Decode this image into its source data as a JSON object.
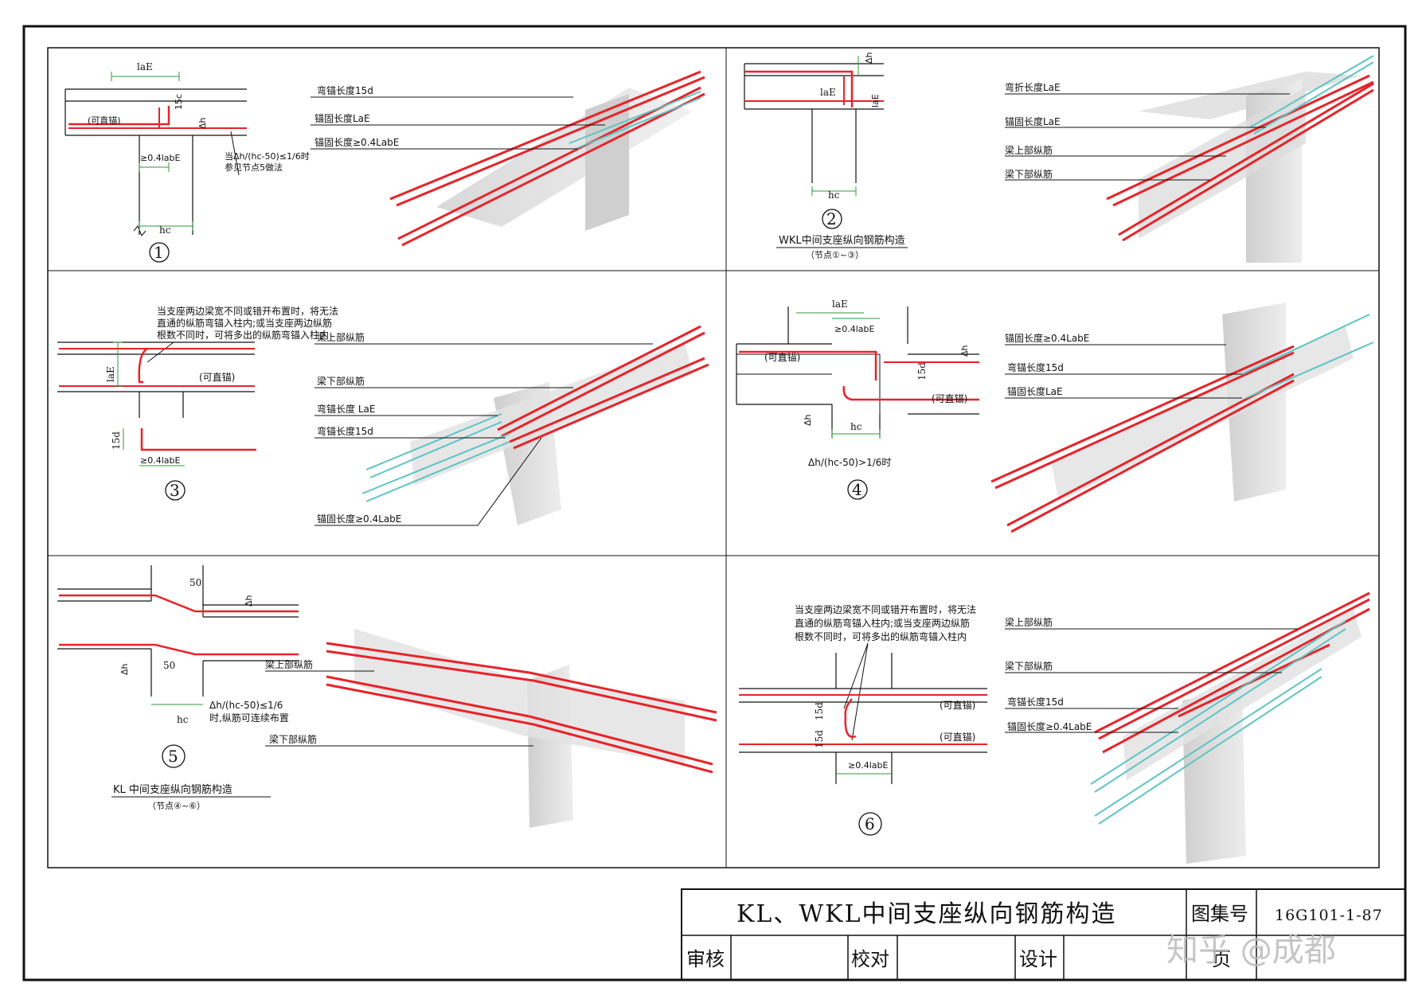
{
  "colors": {
    "rebar": "#e8232a",
    "rebar_cyan": "#5ec4c4",
    "dim": "#2e9a3e",
    "concrete": "#d9d9d9",
    "line": "#111111"
  },
  "panel1": {
    "label_laE": "laE",
    "label_15c": "15c",
    "label_dh": "Δh",
    "label_straight": "(可直锚)",
    "label_04": "≥0.4labE",
    "label_hc": "hc",
    "note_line1": "当Δh/(hc-50)≤1/6时",
    "note_line2": "参见节点5做法",
    "callout1": "弯锚长度15d",
    "callout2": "锚固长度LaE",
    "callout3": "锚固长度≥0.4LabE",
    "number": "1"
  },
  "panel2": {
    "label_laE": "laE",
    "label_15": "laE",
    "label_dh": "Δh",
    "label_hc": "hc",
    "callout1": "弯折长度LaE",
    "callout2": "锚固长度LaE",
    "callout3": "梁上部纵筋",
    "callout4": "梁下部纵筋",
    "number": "2",
    "caption": "WKL中间支座纵向钢筋构造",
    "caption_sub": "（节点①~③）"
  },
  "panel3": {
    "note_line1": "当支座两边梁宽不同或错开布置时，将无法",
    "note_line2": "直通的纵筋弯锚入柱内;或当支座两边纵筋",
    "note_line3": "根数不同时，可将多出的纵筋弯锚入柱内",
    "label_laE": "laE",
    "label_straight": "(可直锚)",
    "label_15d": "15d",
    "label_04": "≥0.4labE",
    "callout1": "梁上部纵筋",
    "callout2": "梁下部纵筋",
    "callout3": "弯锚长度 LaE",
    "callout4": "弯锚长度15d",
    "callout5": "锚固长度≥0.4LabE",
    "number": "3"
  },
  "panel4": {
    "label_laE": "laE",
    "label_04": "≥0.4labE",
    "label_straight1": "(可直锚)",
    "label_15d": "15d",
    "label_dh": "Δh",
    "label_straight2": "(可直锚)",
    "label_hc": "hc",
    "condition": "Δh/(hc-50)>1/6时",
    "callout1": "锚固长度≥0.4LabE",
    "callout2": "弯锚长度15d",
    "callout3": "锚固长度LaE",
    "number": "4"
  },
  "panel5": {
    "label_50a": "50",
    "label_dh_a": "Δh",
    "label_dh_b": "Δh",
    "label_50b": "50",
    "label_hc": "hc",
    "note_line1": "Δh/(hc-50)≤1/6",
    "note_line2": "时,纵筋可连续布置",
    "callout1": "梁上部纵筋",
    "callout2": "梁下部纵筋",
    "number": "5",
    "caption": "KL 中间支座纵向钢筋构造",
    "caption_sub": "（节点④~⑥）"
  },
  "panel6": {
    "note_line1": "当支座两边梁宽不同或错开布置时，将无法",
    "note_line2": "直通的纵筋弯锚入柱内;或当支座两边纵筋",
    "note_line3": "根数不同时，可将多出的纵筋弯锚入柱内",
    "label_15d_a": "15d",
    "label_15d_b": "15d",
    "label_straight1": "(可直锚)",
    "label_straight2": "(可直锚)",
    "label_04": "≥0.4labE",
    "callout1": "梁上部纵筋",
    "callout2": "梁下部纵筋",
    "callout3": "弯锚长度15d",
    "callout4": "锚固长度≥0.4LabE",
    "number": "6"
  },
  "titleblock": {
    "title": "KL、WKL中间支座纵向钢筋构造",
    "atlas_label": "图集号",
    "atlas_code": "16G101-1-87",
    "review": "审核",
    "check": "校对",
    "design": "设计",
    "page": "页"
  },
  "watermark": "知乎 @成都"
}
